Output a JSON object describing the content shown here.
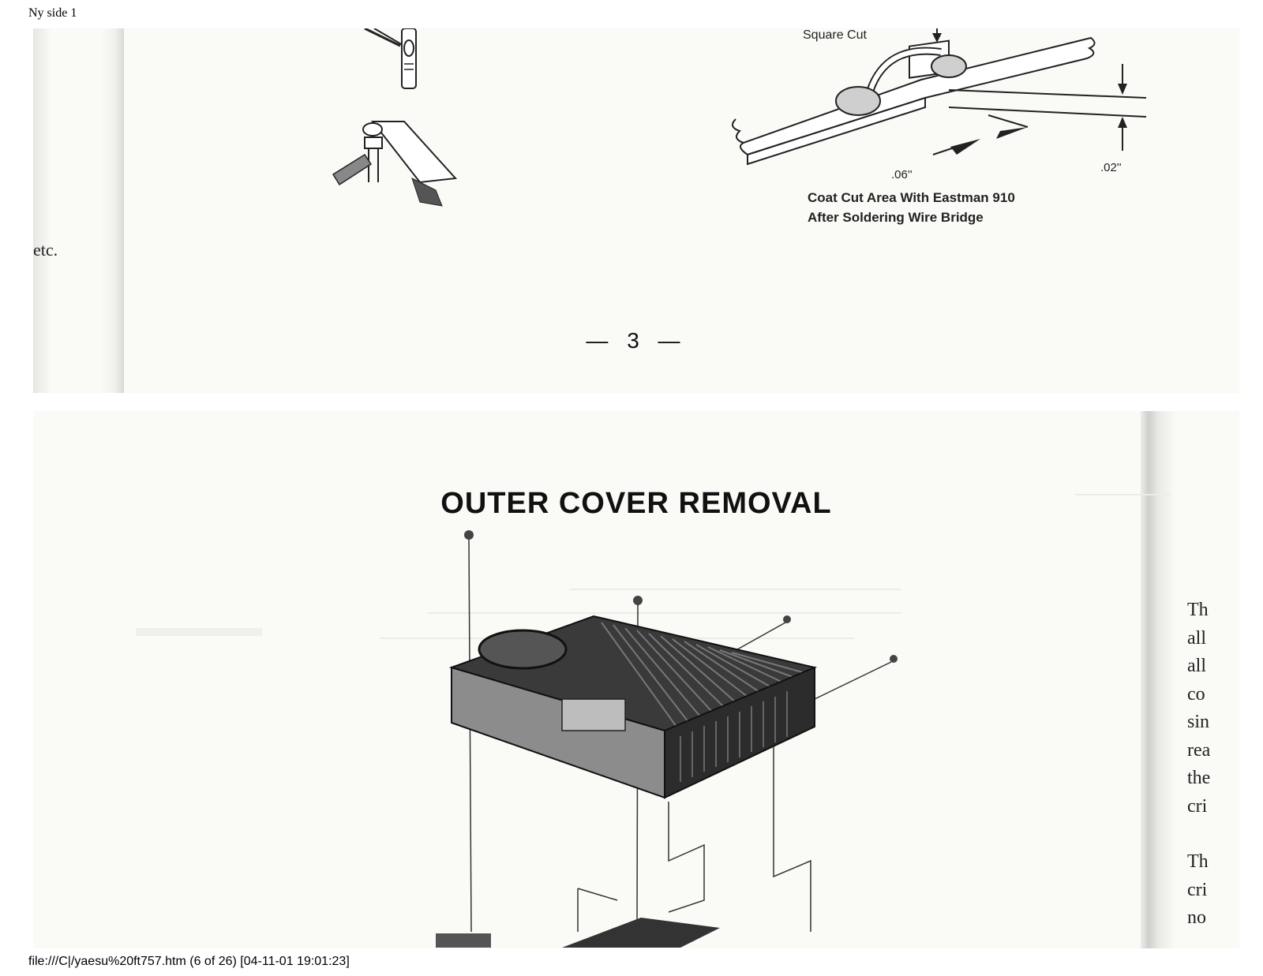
{
  "header": {
    "title": "Ny side 1"
  },
  "footer": {
    "status": "file:///C|/yaesu%20ft757.htm (6 of 26) [04-11-01 19:01:23]"
  },
  "page_top": {
    "margin_text": "etc.",
    "diagram": {
      "square_cut_label": "Square Cut",
      "dim_left": ".06''",
      "dim_right": ".02''",
      "caption_line1": "Coat Cut Area With Eastman 910",
      "caption_line2": "After Soldering Wire Bridge"
    },
    "page_number": "— 3 —"
  },
  "page_bottom": {
    "title": "OUTER COVER REMOVAL",
    "right_column_fragments": [
      "Th",
      "all",
      "all",
      "co",
      "sin",
      "rea",
      "the",
      "cri",
      "Th",
      "cri",
      "no"
    ]
  }
}
